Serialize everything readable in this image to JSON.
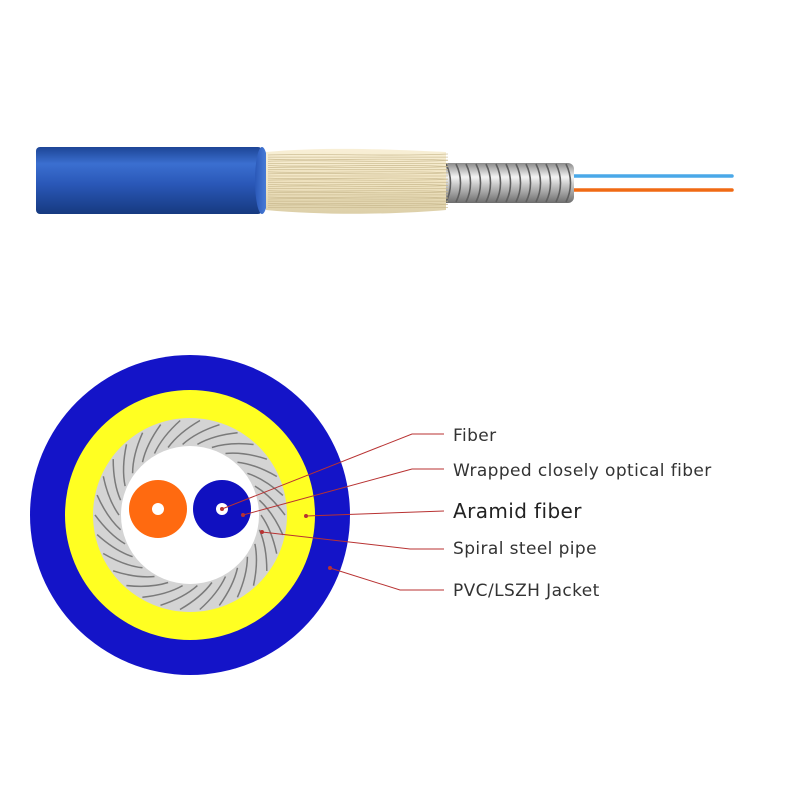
{
  "labels": {
    "fiber": "Fiber",
    "wrapped_fiber": "Wrapped closely optical fiber",
    "aramid": "Aramid fiber",
    "steel_pipe": "Spiral steel pipe",
    "jacket": "PVC/LSZH Jacket"
  },
  "colors": {
    "jacket_blue": "#1414c8",
    "aramid_yellow": "#ffff22",
    "steel_gray": "#d0d0d0",
    "fiber_orange": "#ff6a10",
    "fiber_blue": "#1010c0",
    "leader_red": "#b83232",
    "cable_blue": "#2a58b8",
    "aramid_tan": "#f2e6c4",
    "fiber_light_blue": "#4aa8e8"
  }
}
